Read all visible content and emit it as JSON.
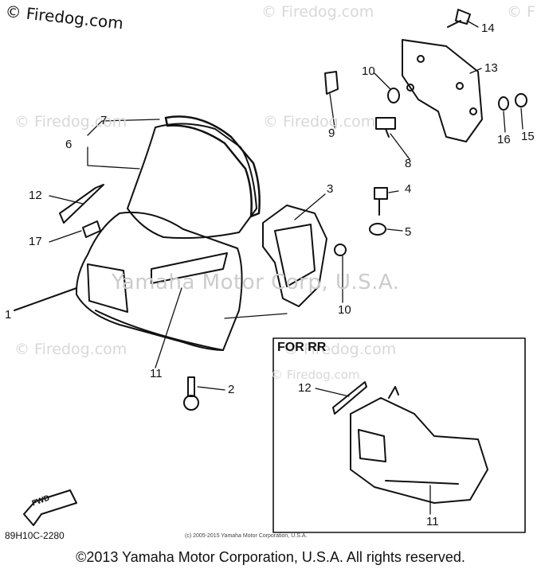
{
  "brand": {
    "watermark": "© Firedog.com"
  },
  "watermarks": [
    "© Firedog.com",
    "© Firedog.com",
    "© Firedog.com",
    "© Firedog.com",
    "© Firedog.com",
    "© Firedog.com",
    "© F"
  ],
  "center_watermark": "Yamaha Motor Corp, U.S.A.",
  "callouts": [
    "1",
    "2",
    "3",
    "4",
    "5",
    "6",
    "7",
    "8",
    "9",
    "10",
    "10",
    "11",
    "11",
    "12",
    "12",
    "13",
    "14",
    "15",
    "16",
    "17"
  ],
  "inset": {
    "label": "FOR RR"
  },
  "fwd_label": "FWD",
  "part_code": "89H10C-2280",
  "small_copyright": "(c) 2005-2015 Yamaha Motor Corporation, U.S.A.",
  "footer": "©2013 Yamaha Motor Corporation, U.S.A. All rights reserved."
}
